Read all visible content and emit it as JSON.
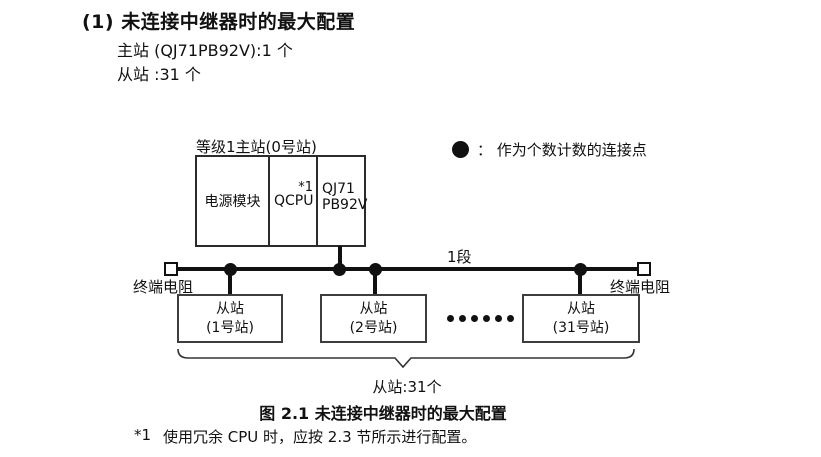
{
  "header": {
    "heading": "(1) 未连接中继器时的最大配置",
    "master_line": "主站 (QJ71PB92V):1 个",
    "slave_line": "从站 :31 个"
  },
  "diagram": {
    "master_label": "等级1主站(0号站)",
    "master_modules": {
      "power": "电源模块",
      "cpu": "QCPU",
      "cpu_note": "*1",
      "pb_line1": "QJ71",
      "pb_line2": "PB92V"
    },
    "legend": {
      "text": "： 作为个数计数的连接点"
    },
    "segment_label": "1段",
    "terminator_left_label": "终端电阻",
    "terminator_right_label": "终端电阻",
    "slaves": [
      {
        "line1": "从站",
        "line2": "(1号站)"
      },
      {
        "line1": "从站",
        "line2": "(2号站)"
      },
      {
        "line1": "从站",
        "line2": "(31号站)"
      }
    ],
    "slave_total": "从站:31个"
  },
  "caption": "图 2.1 未连接中继器时的最大配置",
  "footnote": {
    "marker": "*1",
    "text": "使用冗余 CPU 时，应按 2.3 节所示进行配置。"
  },
  "colors": {
    "ink": "#111111",
    "background": "#ffffff"
  }
}
